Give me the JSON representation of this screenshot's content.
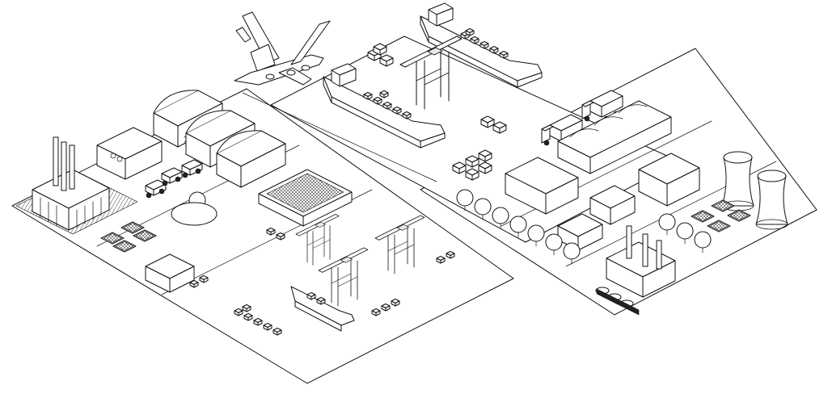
{
  "scene": {
    "style": "isometric black and white line art",
    "background_color": "#ffffff",
    "line_color": "#111111",
    "elements": [
      "airplane",
      "container-ship",
      "gantry-crane",
      "truck",
      "hangar",
      "factory",
      "cooling-tower",
      "container-stack",
      "tree",
      "tractor",
      "solar-panel-array",
      "fuel-tanks"
    ]
  }
}
